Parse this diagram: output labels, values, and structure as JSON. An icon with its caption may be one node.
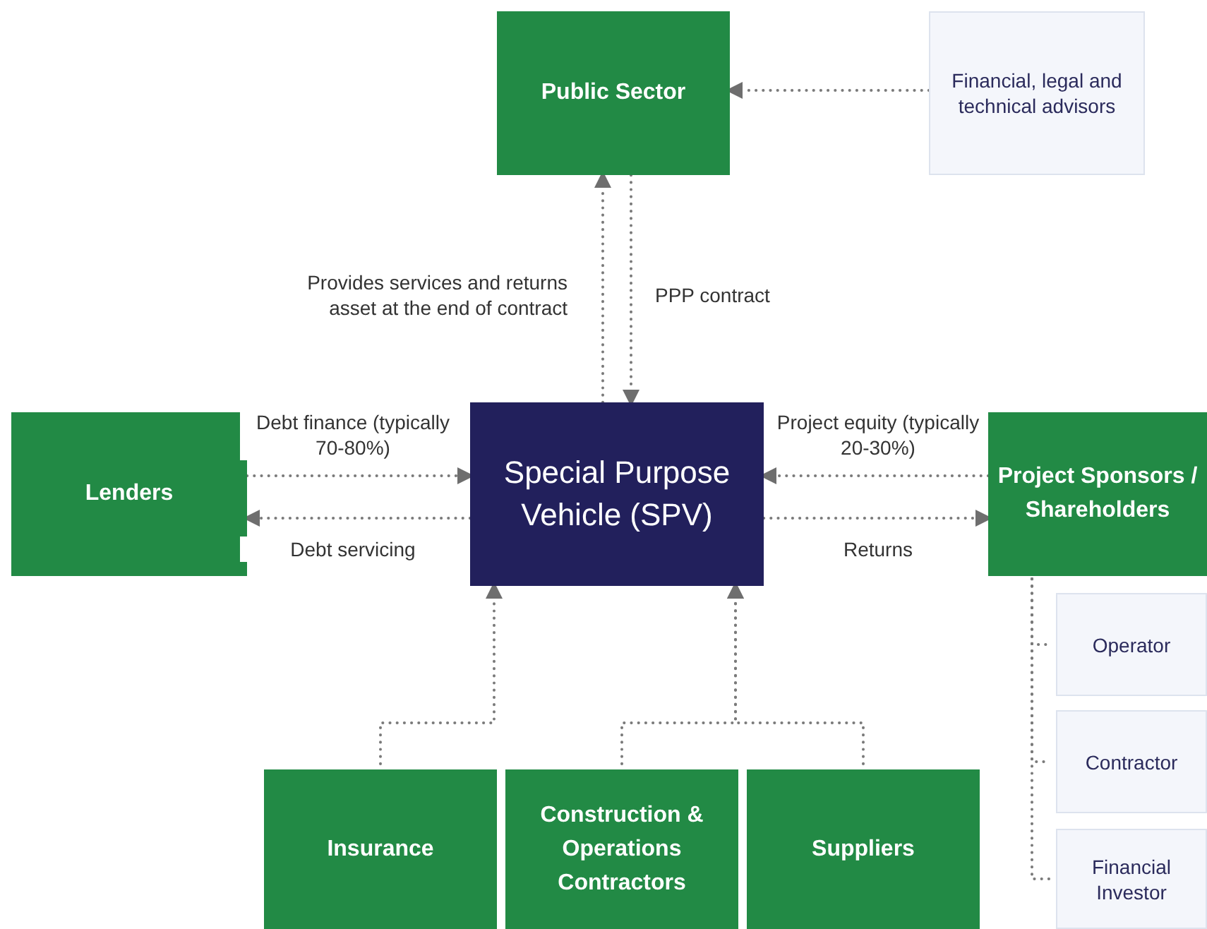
{
  "diagram": {
    "nodes": [
      {
        "text": [
          "Public Sector"
        ]
      },
      {
        "text": [
          "Financial, legal and technical advisors"
        ]
      },
      {
        "text": [
          "Special Purpose Vehicle (SPV)"
        ]
      },
      {
        "text": [
          "Lenders"
        ]
      },
      {
        "text": [
          "Project Sponsors / Shareholders"
        ]
      },
      {
        "text": [
          "Operator"
        ]
      },
      {
        "text": [
          "Contractor"
        ]
      },
      {
        "text": [
          "Financial Investor"
        ]
      },
      {
        "text": [
          "Insurance"
        ]
      },
      {
        "text": [
          "Construction & Operations Contractors"
        ]
      },
      {
        "text": [
          "Suppliers"
        ]
      }
    ],
    "edges": [
      {
        "from": 1,
        "to": 0,
        "arrow": "to"
      },
      {
        "from": 2,
        "to": 0,
        "arrow": "to",
        "label": "Provides services and returns asset at the end of contract"
      },
      {
        "from": 0,
        "to": 2,
        "arrow": "to",
        "label": "PPP contract"
      },
      {
        "from": 3,
        "to": 2,
        "arrow": "to",
        "label": "Debt finance (typically 70-80%)"
      },
      {
        "from": 2,
        "to": 3,
        "arrow": "to",
        "label": "Debt servicing"
      },
      {
        "from": 4,
        "to": 2,
        "arrow": "to",
        "label": "Project equity (typically 20-30%)"
      },
      {
        "from": 2,
        "to": 4,
        "arrow": "to",
        "label": "Returns"
      },
      {
        "from": 8,
        "to": 2,
        "arrow": "to"
      },
      {
        "from": 9,
        "to": 2,
        "arrow": "to"
      },
      {
        "from": 10,
        "to": 2,
        "arrow": "to"
      },
      {
        "from": 4,
        "to": 5,
        "arrow": "none"
      },
      {
        "from": 4,
        "to": 6,
        "arrow": "none"
      },
      {
        "from": 4,
        "to": 7,
        "arrow": "none"
      }
    ]
  }
}
